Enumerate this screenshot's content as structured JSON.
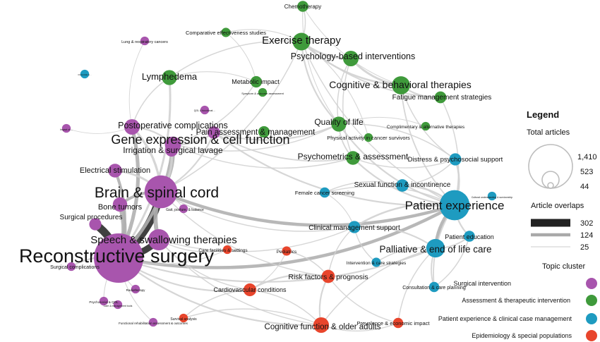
{
  "legend": {
    "title": "Legend",
    "size_title": "Total articles",
    "size_values": [
      "1,410",
      "523",
      "44"
    ],
    "overlap_title": "Article overlaps",
    "overlap_values": [
      "302",
      "124",
      "25"
    ],
    "cluster_title": "Topic cluster",
    "clusters": [
      {
        "label": "Surgical intervention",
        "color": "#a855ad"
      },
      {
        "label": "Assessment & therapeutic intervention",
        "color": "#3f9a3b"
      },
      {
        "label": "Patient experience & clinical case management",
        "color": "#1e9bc0"
      },
      {
        "label": "Epidemiology & special populations",
        "color": "#e8452c"
      }
    ]
  },
  "nodes": [
    {
      "id": "reconstructive",
      "label": "Reconstructive surgery",
      "cluster": 0,
      "articles": 1410
    },
    {
      "id": "brain",
      "label": "Brain & spinal cord",
      "cluster": 0,
      "articles": 620
    },
    {
      "id": "speech",
      "label": "Speech & swallowing therapies",
      "cluster": 0,
      "articles": 260
    },
    {
      "id": "gene",
      "label": "Gene expression & cell function",
      "cluster": 0,
      "articles": 150
    },
    {
      "id": "postop",
      "label": "Postoperative complications",
      "cluster": 0,
      "articles": 140
    },
    {
      "id": "bone",
      "label": "Bone tumors",
      "cluster": 0,
      "articles": 120
    },
    {
      "id": "electrical",
      "label": "Electrical stimulation",
      "cluster": 0,
      "articles": 110
    },
    {
      "id": "irrigation",
      "label": "Irrigation & surgical lavage",
      "cluster": 0,
      "articles": 95
    },
    {
      "id": "pain",
      "label": "Pain assessment & management",
      "cluster": 0,
      "articles": 90
    },
    {
      "id": "surgproc",
      "label": "Surgical procedures",
      "cluster": 0,
      "articles": 85
    },
    {
      "id": "surgcomp",
      "label": "Surgical complications",
      "cluster": 0,
      "articles": 44
    },
    {
      "id": "lung",
      "label": "Lung & respiratory cancers",
      "cluster": 0,
      "articles": 44
    },
    {
      "id": "gait",
      "label": "Gait, posture, & balance",
      "cluster": 0,
      "articles": 44
    },
    {
      "id": "impact",
      "label": "Impact of ...",
      "cluster": 0,
      "articles": 44
    },
    {
      "id": "psych_qol",
      "label": "Psychosocial & QOL",
      "cluster": 0,
      "articles": 44
    },
    {
      "id": "rad",
      "label": "Radiotherapy",
      "cluster": 0,
      "articles": 44
    },
    {
      "id": "care_mgmt",
      "label": "Care & management tools",
      "cluster": 0,
      "articles": 44
    },
    {
      "id": "qol_function",
      "label": "QOL & functional ...",
      "cluster": 0,
      "articles": 44
    },
    {
      "id": "functional",
      "label": "Functional rehabilitation assessment & outcomes",
      "cluster": 0,
      "articles": 44
    },
    {
      "id": "exercise",
      "label": "Exercise therapy",
      "cluster": 1,
      "articles": 180
    },
    {
      "id": "cbt",
      "label": "Cognitive & behavioral therapies",
      "cluster": 1,
      "articles": 190
    },
    {
      "id": "psychology",
      "label": "Psychology-based interventions",
      "cluster": 1,
      "articles": 140
    },
    {
      "id": "lymphedema",
      "label": "Lymphedema",
      "cluster": 1,
      "articles": 130
    },
    {
      "id": "qualitylife",
      "label": "Quality of life",
      "cluster": 1,
      "articles": 130
    },
    {
      "id": "psychometrics",
      "label": "Psychometrics & assessment",
      "cluster": 1,
      "articles": 110
    },
    {
      "id": "fatigue",
      "label": "Fatigue management strategies",
      "cluster": 1,
      "articles": 80
    },
    {
      "id": "metabolic",
      "label": "Metabolic impact",
      "cluster": 1,
      "articles": 75
    },
    {
      "id": "chemo",
      "label": "Chemotherapy",
      "cluster": 1,
      "articles": 70
    },
    {
      "id": "paincol",
      "label": "",
      "cluster": 1,
      "articles": 75
    },
    {
      "id": "comparative",
      "label": "Comparative effectiveness studies",
      "cluster": 1,
      "articles": 50
    },
    {
      "id": "complementary",
      "label": "Complimentary & alternative therapies",
      "cluster": 1,
      "articles": 44
    },
    {
      "id": "physical",
      "label": "Physical activity in cancer survivors",
      "cluster": 1,
      "articles": 44
    },
    {
      "id": "symptom",
      "label": "Symptom & outcome assessment",
      "cluster": 1,
      "articles": 44
    },
    {
      "id": "patientexp",
      "label": "Patient experience",
      "cluster": 2,
      "articles": 523
    },
    {
      "id": "palliative",
      "label": "Palliative & end of life care",
      "cluster": 2,
      "articles": 200
    },
    {
      "id": "sexual",
      "label": "Sexual function & incontinence",
      "cluster": 2,
      "articles": 90
    },
    {
      "id": "distress",
      "label": "Distress & psychosocial support",
      "cluster": 2,
      "articles": 85
    },
    {
      "id": "clinical",
      "label": "Clinical management support",
      "cluster": 2,
      "articles": 85
    },
    {
      "id": "educ",
      "label": "Patient education",
      "cluster": 2,
      "articles": 70
    },
    {
      "id": "female",
      "label": "Female cancer screening",
      "cluster": 2,
      "articles": 60
    },
    {
      "id": "consult",
      "label": "Consultation & care planning",
      "cluster": 2,
      "articles": 60
    },
    {
      "id": "intervention",
      "label": "Intervention & care strategies",
      "cluster": 2,
      "articles": 50
    },
    {
      "id": "cultural",
      "label": "Cultural understanding & survivorship",
      "cluster": 2,
      "articles": 44
    },
    {
      "id": "clinical_trials",
      "label": "Clinical trials & ...",
      "cluster": 2,
      "articles": 44
    },
    {
      "id": "cognitive",
      "label": "Cognitive function & older adults",
      "cluster": 3,
      "articles": 140
    },
    {
      "id": "risk",
      "label": "Risk factors & prognosis",
      "cluster": 3,
      "articles": 100
    },
    {
      "id": "cardio",
      "label": "Cardiovascular conditions",
      "cluster": 3,
      "articles": 95
    },
    {
      "id": "prevalence",
      "label": "Prevalence & economic impact",
      "cluster": 3,
      "articles": 60
    },
    {
      "id": "pediatrics",
      "label": "Pediatrics",
      "cluster": 3,
      "articles": 50
    },
    {
      "id": "survival",
      "label": "Survival analysis",
      "cluster": 3,
      "articles": 44
    },
    {
      "id": "carefac",
      "label": "Care facilities & settings",
      "cluster": 3,
      "articles": 44
    }
  ],
  "edges": [
    {
      "a": "reconstructive",
      "b": "brain",
      "w": 302
    },
    {
      "a": "reconstructive",
      "b": "speech",
      "w": 250
    },
    {
      "a": "reconstructive",
      "b": "surgproc",
      "w": 302
    },
    {
      "a": "reconstructive",
      "b": "bone",
      "w": 200
    },
    {
      "a": "reconstructive",
      "b": "postop",
      "w": 140
    },
    {
      "a": "reconstructive",
      "b": "gene",
      "w": 124
    },
    {
      "a": "reconstructive",
      "b": "electrical",
      "w": 110
    },
    {
      "a": "reconstructive",
      "b": "surgcomp",
      "w": 60
    },
    {
      "a": "reconstructive",
      "b": "patientexp",
      "w": 124
    },
    {
      "a": "reconstructive",
      "b": "palliative",
      "w": 60
    },
    {
      "a": "reconstructive",
      "b": "cardio",
      "w": 60
    },
    {
      "a": "reconstructive",
      "b": "cognitive",
      "w": 60
    },
    {
      "a": "reconstructive",
      "b": "lymphedema",
      "w": 80
    },
    {
      "a": "reconstructive",
      "b": "functional",
      "w": 30
    },
    {
      "a": "reconstructive",
      "b": "rad",
      "w": 30
    },
    {
      "a": "reconstructive",
      "b": "psych_qol",
      "w": 30
    },
    {
      "a": "reconstructive",
      "b": "carefac",
      "w": 30
    },
    {
      "a": "brain",
      "b": "speech",
      "w": 160
    },
    {
      "a": "brain",
      "b": "gene",
      "w": 124
    },
    {
      "a": "brain",
      "b": "irrigation",
      "w": 90
    },
    {
      "a": "brain",
      "b": "postop",
      "w": 90
    },
    {
      "a": "brain",
      "b": "electrical",
      "w": 80
    },
    {
      "a": "brain",
      "b": "bone",
      "w": 110
    },
    {
      "a": "brain",
      "b": "patientexp",
      "w": 124
    },
    {
      "a": "brain",
      "b": "pain",
      "w": 60
    },
    {
      "a": "brain",
      "b": "exercise",
      "w": 40
    },
    {
      "a": "brain",
      "b": "clinical",
      "w": 40
    },
    {
      "a": "brain",
      "b": "risk",
      "w": 40
    },
    {
      "a": "gene",
      "b": "irrigation",
      "w": 80
    },
    {
      "a": "gene",
      "b": "postop",
      "w": 60
    },
    {
      "a": "gene",
      "b": "pain",
      "w": 60
    },
    {
      "a": "gene",
      "b": "metabolic",
      "w": 40
    },
    {
      "a": "gene",
      "b": "psychometrics",
      "w": 40
    },
    {
      "a": "gene",
      "b": "qualitylife",
      "w": 40
    },
    {
      "a": "speech",
      "b": "carefac",
      "w": 40
    },
    {
      "a": "speech",
      "b": "cognitive",
      "w": 40
    },
    {
      "a": "speech",
      "b": "cardio",
      "w": 40
    },
    {
      "a": "speech",
      "b": "clinical",
      "w": 40
    },
    {
      "a": "pain",
      "b": "qualitylife",
      "w": 60
    },
    {
      "a": "pain",
      "b": "psychometrics",
      "w": 50
    },
    {
      "a": "pain",
      "b": "patientexp",
      "w": 60
    },
    {
      "a": "exercise",
      "b": "psychology",
      "w": 80
    },
    {
      "a": "exercise",
      "b": "cbt",
      "w": 70
    },
    {
      "a": "exercise",
      "b": "qualitylife",
      "w": 60
    },
    {
      "a": "exercise",
      "b": "lymphedema",
      "w": 40
    },
    {
      "a": "exercise",
      "b": "fatigue",
      "w": 50
    },
    {
      "a": "exercise",
      "b": "chemo",
      "w": 40
    },
    {
      "a": "exercise",
      "b": "comparative",
      "w": 30
    },
    {
      "a": "exercise",
      "b": "patientexp",
      "w": 40
    },
    {
      "a": "psychology",
      "b": "cbt",
      "w": 80
    },
    {
      "a": "psychology",
      "b": "qualitylife",
      "w": 40
    },
    {
      "a": "psychology",
      "b": "psychometrics",
      "w": 40
    },
    {
      "a": "cbt",
      "b": "fatigue",
      "w": 60
    },
    {
      "a": "cbt",
      "b": "patientexp",
      "w": 50
    },
    {
      "a": "cbt",
      "b": "distress",
      "w": 40
    },
    {
      "a": "qualitylife",
      "b": "psychometrics",
      "w": 50
    },
    {
      "a": "qualitylife",
      "b": "patientexp",
      "w": 60
    },
    {
      "a": "psychometrics",
      "b": "patientexp",
      "w": 60
    },
    {
      "a": "psychometrics",
      "b": "distress",
      "w": 40
    },
    {
      "a": "patientexp",
      "b": "palliative",
      "w": 124
    },
    {
      "a": "patientexp",
      "b": "distress",
      "w": 70
    },
    {
      "a": "patientexp",
      "b": "sexual",
      "w": 70
    },
    {
      "a": "patientexp",
      "b": "educ",
      "w": 60
    },
    {
      "a": "patientexp",
      "b": "clinical",
      "w": 70
    },
    {
      "a": "patientexp",
      "b": "consult",
      "w": 50
    },
    {
      "a": "patientexp",
      "b": "female",
      "w": 40
    },
    {
      "a": "patientexp",
      "b": "fatigue",
      "w": 40
    },
    {
      "a": "palliative",
      "b": "clinical",
      "w": 60
    },
    {
      "a": "palliative",
      "b": "consult",
      "w": 50
    },
    {
      "a": "palliative",
      "b": "educ",
      "w": 50
    },
    {
      "a": "palliative",
      "b": "cognitive",
      "w": 40
    },
    {
      "a": "palliative",
      "b": "prevalence",
      "w": 40
    },
    {
      "a": "palliative",
      "b": "intervention",
      "w": 40
    },
    {
      "a": "clinical",
      "b": "risk",
      "w": 40
    },
    {
      "a": "clinical",
      "b": "female",
      "w": 30
    },
    {
      "a": "clinical",
      "b": "intervention",
      "w": 40
    },
    {
      "a": "risk",
      "b": "cognitive",
      "w": 60
    },
    {
      "a": "risk",
      "b": "cardio",
      "w": 60
    },
    {
      "a": "risk",
      "b": "pediatrics",
      "w": 40
    },
    {
      "a": "risk",
      "b": "prevalence",
      "w": 40
    },
    {
      "a": "cognitive",
      "b": "prevalence",
      "w": 40
    },
    {
      "a": "cognitive",
      "b": "cardio",
      "w": 40
    },
    {
      "a": "cognitive",
      "b": "survival",
      "w": 40
    },
    {
      "a": "cardio",
      "b": "pediatrics",
      "w": 30
    },
    {
      "a": "cardio",
      "b": "survival",
      "w": 40
    },
    {
      "a": "metabolic",
      "b": "comparative",
      "w": 30
    },
    {
      "a": "metabolic",
      "b": "lymphedema",
      "w": 30
    },
    {
      "a": "lymphedema",
      "b": "postop",
      "w": 40
    },
    {
      "a": "chemo",
      "b": "cbt",
      "w": 30
    },
    {
      "a": "chemo",
      "b": "qualitylife",
      "w": 30
    },
    {
      "a": "sexual",
      "b": "distress",
      "w": 40
    },
    {
      "a": "sexual",
      "b": "female",
      "w": 40
    },
    {
      "a": "consult",
      "b": "educ",
      "w": 40
    },
    {
      "a": "distress",
      "b": "qualitylife",
      "w": 40
    },
    {
      "a": "complementary",
      "b": "qualitylife",
      "w": 30
    },
    {
      "a": "physical",
      "b": "exercise",
      "w": 30
    },
    {
      "a": "lung",
      "b": "postop",
      "w": 25
    },
    {
      "a": "gait",
      "b": "brain",
      "w": 25
    },
    {
      "a": "impact",
      "b": "postop",
      "w": 25
    }
  ]
}
